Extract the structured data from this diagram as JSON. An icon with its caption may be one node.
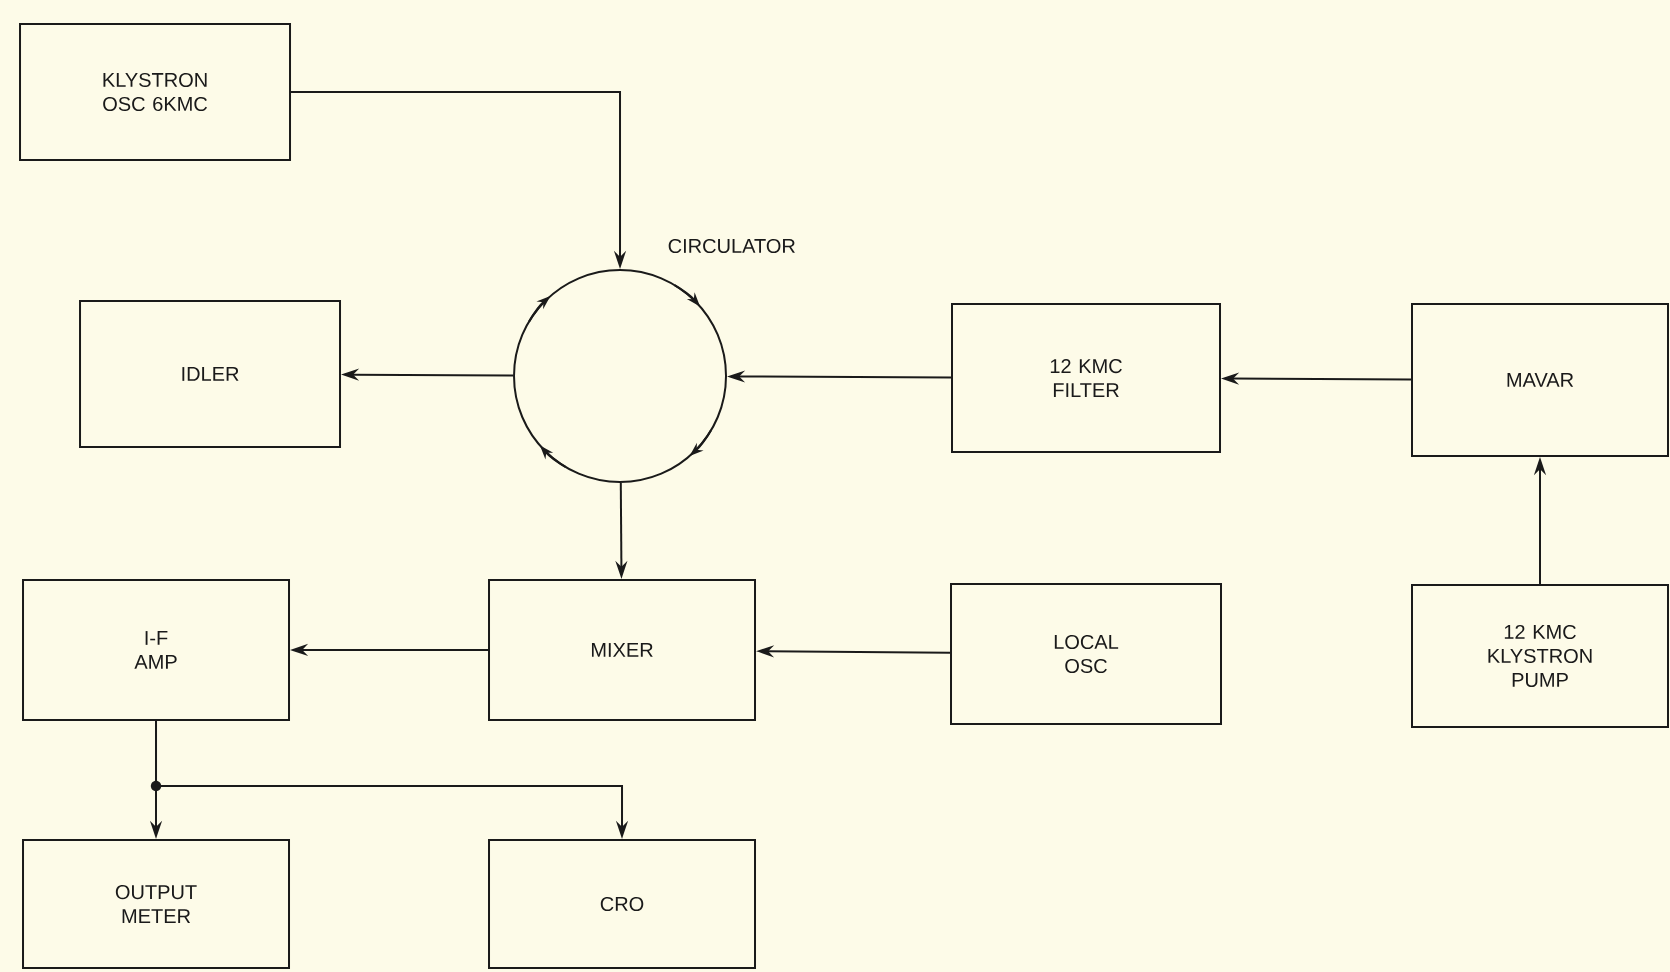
{
  "diagram": {
    "nodes": [
      {
        "text": [
          "KLYSTRON OSC 6KMC"
        ]
      },
      {
        "text": [],
        "shape": "circle",
        "beside": [
          "CIRCULATOR"
        ]
      },
      {
        "text": [
          "IDLER"
        ]
      },
      {
        "text": [
          "12 KMC FILTER"
        ]
      },
      {
        "text": [
          "MAVAR"
        ]
      },
      {
        "text": [
          "I-F AMP"
        ]
      },
      {
        "text": [
          "MIXER"
        ]
      },
      {
        "text": [
          "LOCAL OSC"
        ]
      },
      {
        "text": [
          "12 KMC KLYSTRON PUMP"
        ]
      },
      {
        "text": [
          "OUTPUT METER"
        ]
      },
      {
        "text": [
          "CRO"
        ]
      }
    ],
    "edges": [
      {
        "from": 0,
        "to": 1,
        "arrow": "to"
      },
      {
        "from": 1,
        "to": 2,
        "arrow": "to"
      },
      {
        "from": 3,
        "to": 1,
        "arrow": "to"
      },
      {
        "from": 4,
        "to": 3,
        "arrow": "to"
      },
      {
        "from": 8,
        "to": 4,
        "arrow": "to"
      },
      {
        "from": 1,
        "to": 6,
        "arrow": "to"
      },
      {
        "from": 7,
        "to": 6,
        "arrow": "to"
      },
      {
        "from": 6,
        "to": 5,
        "arrow": "to"
      },
      {
        "from": 5,
        "to": 9,
        "arrow": "to"
      },
      {
        "from": 5,
        "to": 10,
        "arrow": "to"
      }
    ]
  }
}
